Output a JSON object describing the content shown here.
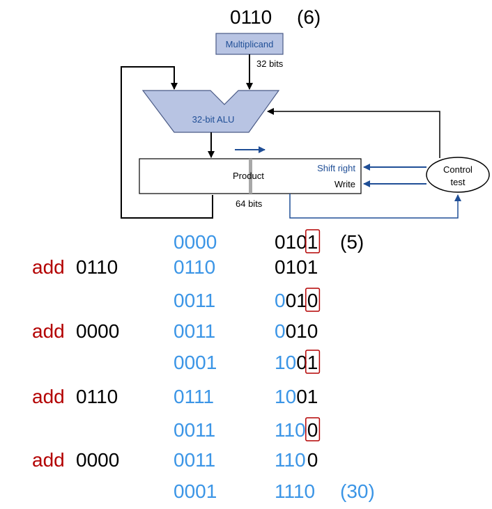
{
  "diagram": {
    "multiplicand_value": "0110",
    "multiplicand_decimal": "(6)",
    "multiplicand_label": "Multiplicand",
    "bits_32": "32 bits",
    "alu_label": "32-bit ALU",
    "product_label": "Product",
    "bits_64": "64 bits",
    "shift_right_label": "Shift right",
    "write_label": "Write",
    "control_line1": "Control",
    "control_line2": "test"
  },
  "steps": [
    {
      "op": "",
      "op_operand": "",
      "high": "0000",
      "low_segments": [
        {
          "t": "010",
          "c": "black"
        },
        {
          "t": "1",
          "c": "black",
          "box": true
        }
      ],
      "note": "(5)",
      "note_color": "black"
    },
    {
      "op": "add",
      "op_operand": "0110",
      "high": "0110",
      "low_segments": [
        {
          "t": "0101",
          "c": "black"
        }
      ],
      "note": "",
      "note_color": "black"
    },
    {
      "op": "",
      "op_operand": "",
      "high": "0011",
      "low_segments": [
        {
          "t": "0",
          "c": "blue"
        },
        {
          "t": "01",
          "c": "black"
        },
        {
          "t": "0",
          "c": "black",
          "box": true
        }
      ],
      "note": "",
      "note_color": "black"
    },
    {
      "op": "add",
      "op_operand": "0000",
      "high": "0011",
      "low_segments": [
        {
          "t": "0",
          "c": "blue"
        },
        {
          "t": "010",
          "c": "black"
        }
      ],
      "note": "",
      "note_color": "black"
    },
    {
      "op": "",
      "op_operand": "",
      "high": "0001",
      "low_segments": [
        {
          "t": "10",
          "c": "blue"
        },
        {
          "t": "0",
          "c": "black"
        },
        {
          "t": "1",
          "c": "black",
          "box": true
        }
      ],
      "note": "",
      "note_color": "black"
    },
    {
      "op": "add",
      "op_operand": "0110",
      "high": "0111",
      "low_segments": [
        {
          "t": "10",
          "c": "blue"
        },
        {
          "t": "01",
          "c": "black"
        }
      ],
      "note": "",
      "note_color": "black"
    },
    {
      "op": "",
      "op_operand": "",
      "high": "0011",
      "low_segments": [
        {
          "t": "110",
          "c": "blue"
        },
        {
          "t": "0",
          "c": "black",
          "box": true
        }
      ],
      "note": "",
      "note_color": "black"
    },
    {
      "op": "add",
      "op_operand": "0000",
      "high": "0011",
      "low_segments": [
        {
          "t": "110",
          "c": "blue"
        },
        {
          "t": "0",
          "c": "black"
        }
      ],
      "note": "",
      "note_color": "black"
    },
    {
      "op": "",
      "op_operand": "",
      "high": "0001",
      "low_segments": [
        {
          "t": "1110",
          "c": "blue"
        }
      ],
      "note": "(30)",
      "note_color": "blue"
    }
  ],
  "colors": {
    "op_red": "#b30000",
    "value_blue": "#3b95e6",
    "diagram_blue": "#1f4e96",
    "box_fill": "#b8c4e3",
    "box_red": "#b30000"
  }
}
